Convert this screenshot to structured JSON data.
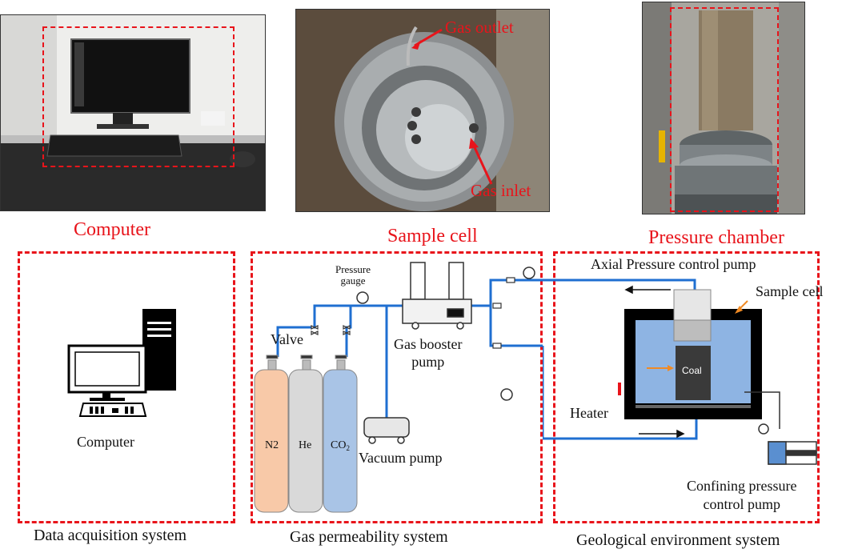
{
  "photos": {
    "computer_title": "Computer",
    "sample_cell_title": "Sample cell",
    "pressure_chamber_title": "Pressure chamber",
    "gas_outlet": "Gas outlet",
    "gas_inlet": "Gas inlet"
  },
  "data_acquisition": {
    "computer_label": "Computer",
    "caption": "Data acquisition system"
  },
  "gas_permeability": {
    "pressure_gauge": "Pressure\ngauge",
    "valve": "Valve",
    "gas_booster_pump": "Gas booster\npump",
    "vacuum_pump": "Vacuum pump",
    "cylinders": [
      "N2",
      "He",
      "CO2"
    ],
    "caption": "Gas permeability system"
  },
  "geological": {
    "axial_pump": "Axial Pressure control pump",
    "sample_cell": "Sample cell",
    "coal": "Coal",
    "heater": "Heater",
    "confining_pump": "Confining pressure\ncontrol pump",
    "caption": "Geological environment system"
  },
  "colors": {
    "accent_red": "#e8141b",
    "pipe_blue": "#1f6fd1",
    "chamber_fill": "#8eb4e3",
    "n2_fill": "#f8c9a8",
    "he_fill": "#d9d9d9",
    "co2_fill": "#a9c4e6"
  }
}
